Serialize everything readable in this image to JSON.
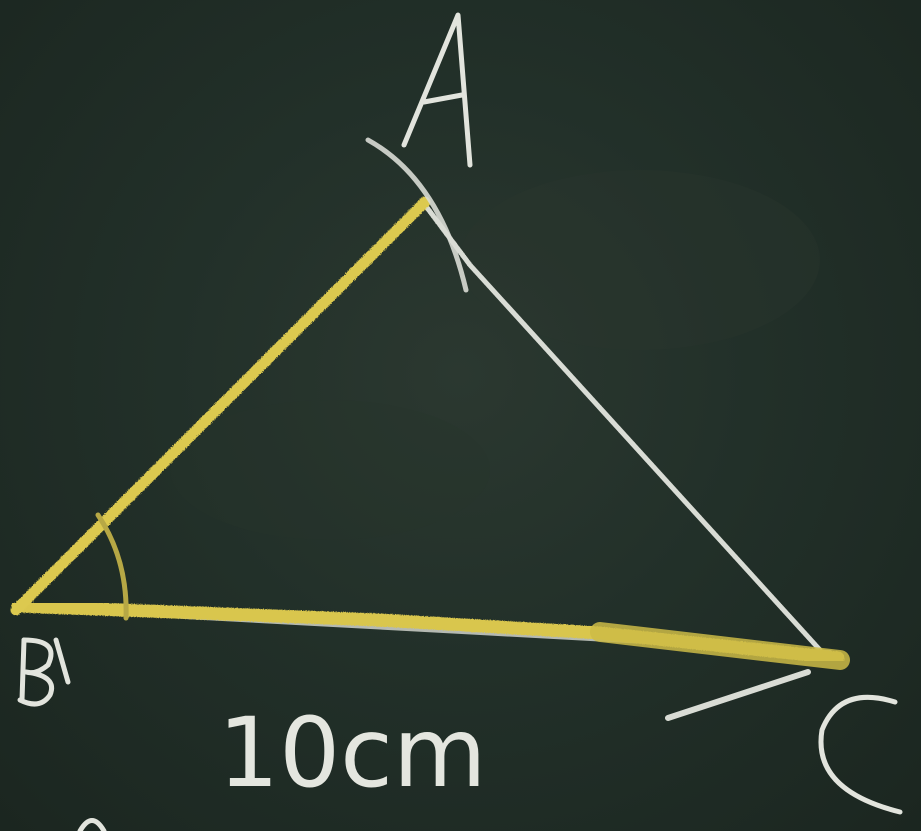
{
  "photo": {
    "description_kind": "chalkboard triangle construction",
    "colors": {
      "board": "#223029",
      "chalk_white": "#d9dcd5",
      "chalk_yellow": "#d9c64e"
    }
  },
  "labels": {
    "vertex_a": "A",
    "vertex_b": "B",
    "vertex_c": "C",
    "side_bc_length": "10cm"
  }
}
